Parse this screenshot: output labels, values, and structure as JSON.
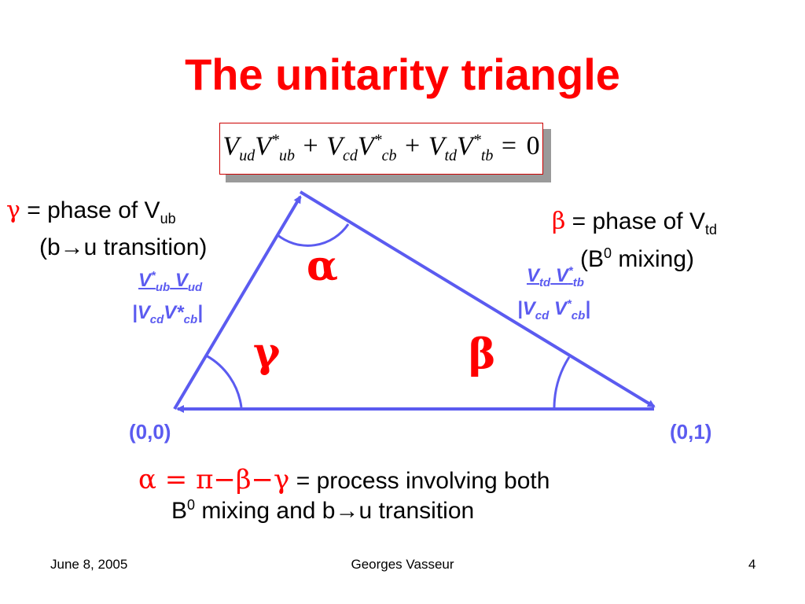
{
  "title": "The unitarity triangle",
  "equation": {
    "t1": {
      "v": "V",
      "sub": "ud",
      "v2": "V",
      "sup2": "*",
      "sub2": "ub"
    },
    "plus1": "+",
    "t2": {
      "v": "V",
      "sub": "cd",
      "v2": "V",
      "sup2": "*",
      "sub2": "cb"
    },
    "plus2": "+",
    "t3": {
      "v": "V",
      "sub": "td",
      "v2": "V",
      "sup2": "*",
      "sub2": "tb"
    },
    "equals": "=",
    "rhs": "0"
  },
  "gamma_desc": {
    "symbol": "γ",
    "text": " = phase of V",
    "sub": "ub",
    "line2": "(b→u transition)"
  },
  "beta_desc": {
    "symbol": "β",
    "text": " = phase of V",
    "sub": "td",
    "line2_open": "(B",
    "line2_sup": "0",
    "line2_rest": " mixing)"
  },
  "ratio_left": {
    "num_a": "V",
    "num_a_sup": "*",
    "num_a_sub": "ub",
    "num_b": " V",
    "num_b_sub": "ud",
    "den_open": "|",
    "den_a": "V",
    "den_a_sub": "cd",
    "den_b": "V*",
    "den_b_sub": "cb",
    "den_close": "|"
  },
  "ratio_right": {
    "num_a": "V",
    "num_a_sub": "td",
    "num_b": " V",
    "num_b_sup": "*",
    "num_b_sub": "tb",
    "den_open": "|",
    "den_a": "V",
    "den_a_sub": "cd",
    "den_b": " V",
    "den_b_sup": "*",
    "den_b_sub": "cb",
    "den_close": "|"
  },
  "angles": {
    "alpha": "α",
    "beta": "β",
    "gamma": "γ"
  },
  "coords": {
    "origin": "(0,0)",
    "one": "(0,1)"
  },
  "relation": {
    "formula": "α = π−β−γ",
    "text": " = process involving both",
    "line2_a": "B",
    "line2_sup": "0",
    "line2_b": " mixing and b→u transition"
  },
  "footer": {
    "date": "June 8, 2005",
    "author": "Georges Vasseur",
    "page": "4"
  },
  "colors": {
    "title": "#ff0000",
    "greek": "#ff0000",
    "triangle": "#5b5bf0",
    "equation_border": "#cc0000"
  }
}
